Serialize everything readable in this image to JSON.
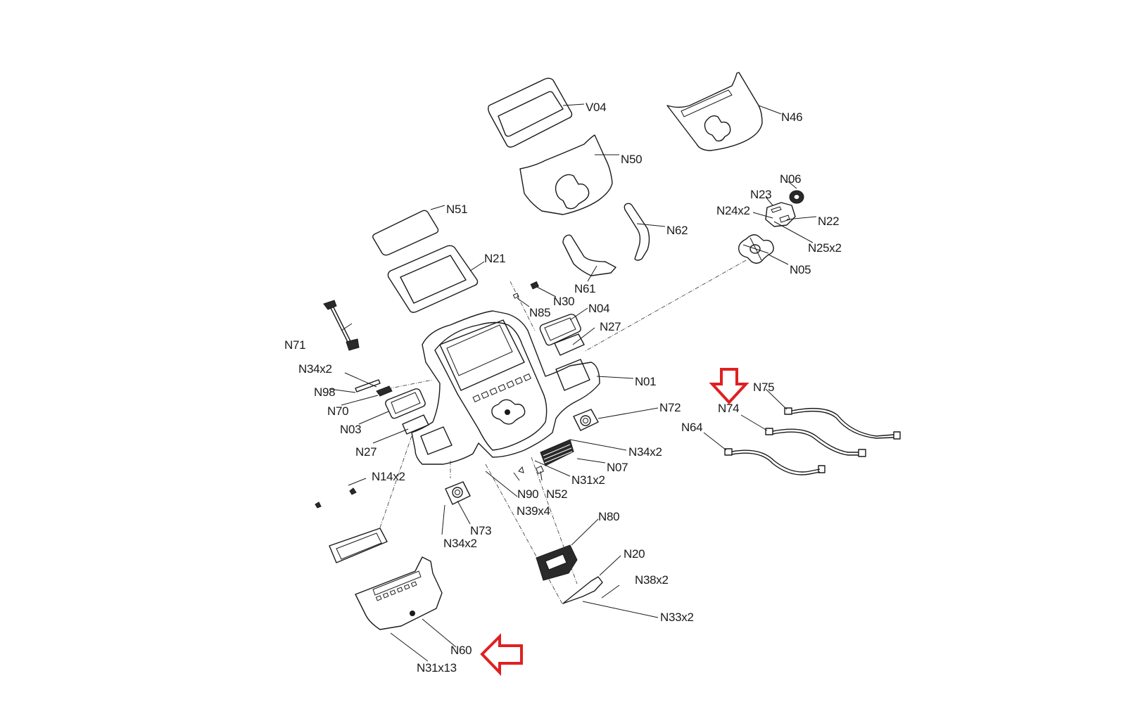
{
  "diagram": {
    "title": "",
    "accent_color": "#e02020",
    "labels": {
      "V04": "V04",
      "N46": "N46",
      "N50": "N50",
      "N06": "N06",
      "N23": "N23",
      "N24x2": "N24x2",
      "N22": "N22",
      "N25x2": "N25x2",
      "N05": "N05",
      "N51": "N51",
      "N62": "N62",
      "N21": "N21",
      "N61": "N61",
      "N30": "N30",
      "N85": "N85",
      "N04": "N04",
      "N27a": "N27",
      "N71": "N71",
      "N34x2a": "N34x2",
      "N01": "N01",
      "N98": "N98",
      "N75": "N75",
      "N74": "N74",
      "N70": "N70",
      "N72": "N72",
      "N64": "N64",
      "N03": "N03",
      "N27b": "N27",
      "N34x2b": "N34x2",
      "N07": "N07",
      "N14x2": "N14x2",
      "N31x2": "N31x2",
      "N90": "N90",
      "N52": "N52",
      "N39x4": "N39x4",
      "N73": "N73",
      "N80": "N80",
      "N34x2c": "N34x2",
      "N20": "N20",
      "N38x2": "N38x2",
      "N33x2": "N33x2",
      "N60": "N60",
      "N31x13": "N31x13"
    },
    "highlighted_parts": [
      "N74",
      "N60"
    ]
  }
}
